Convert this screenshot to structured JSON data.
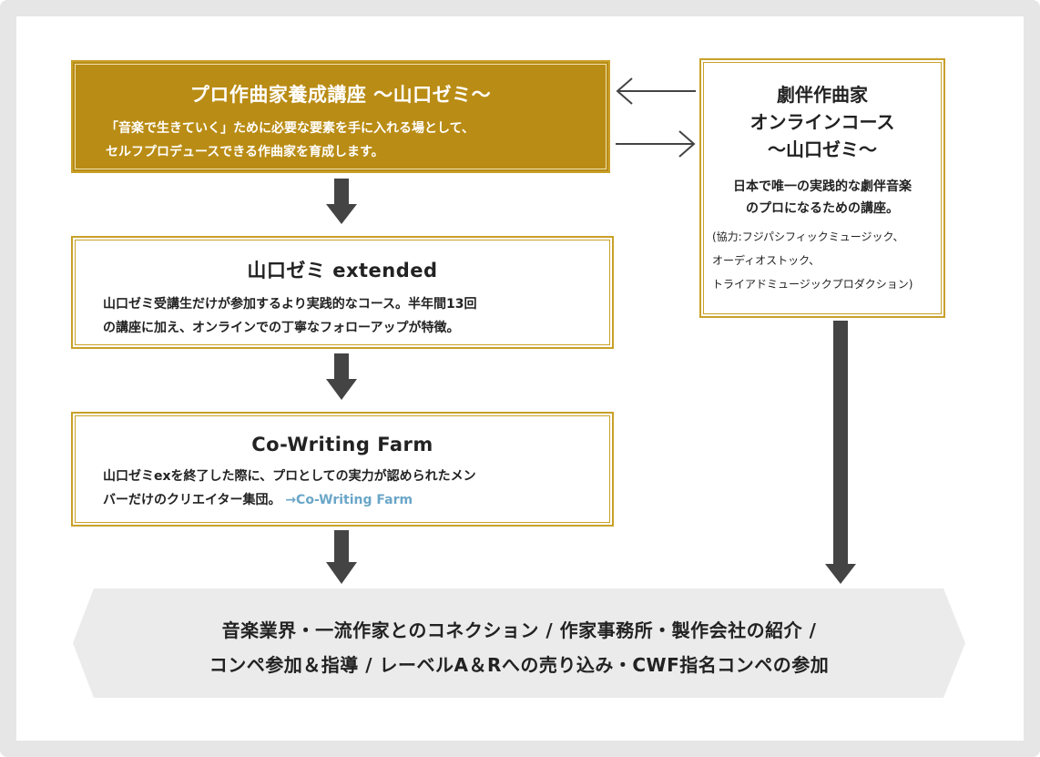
{
  "box1": {
    "title": "プロ作曲家養成講座 〜山口ゼミ〜",
    "desc1": "「音楽で生きていく」ために必要な要素を手に入れる場として、",
    "desc2": "セルフプロデュースできる作曲家を育成します。"
  },
  "box2": {
    "title": "山口ゼミ extended",
    "desc1": "山口ゼミ受講生だけが参加するより実践的なコース。半年間13回",
    "desc2": "の講座に加え、オンラインでの丁寧なフォローアップが特徴。"
  },
  "box3": {
    "title": "Co-Writing Farm",
    "desc1": "山口ゼミexを終了した際に、プロとしての実力が認められたメン",
    "desc2": "バーだけのクリエイター集団。",
    "link": "→Co-Writing Farm"
  },
  "box4": {
    "title1": "劇伴作曲家",
    "title2": "オンラインコース",
    "title3": "〜山口ゼミ〜",
    "desc1": "日本で唯一の実践的な劇伴音楽",
    "desc2": "のプロになるための講座。",
    "note1": "(協力:フジパシフィックミュージック、",
    "note2": "オーディオストック、",
    "note3": "トライアドミュージックプロダクション)"
  },
  "banner": {
    "line1": "音楽業界・一流作家とのコネクション / 作家事務所・製作会社の紹介 /",
    "line2": "コンペ参加＆指導 / レーベルA＆Rへの売り込み・CWF指名コンペの参加"
  },
  "colors": {
    "gold": "#b98c15",
    "border": "#c9a12a",
    "arrow": "#444444",
    "banner": "#ebebeb",
    "link": "#6aa6c8"
  }
}
